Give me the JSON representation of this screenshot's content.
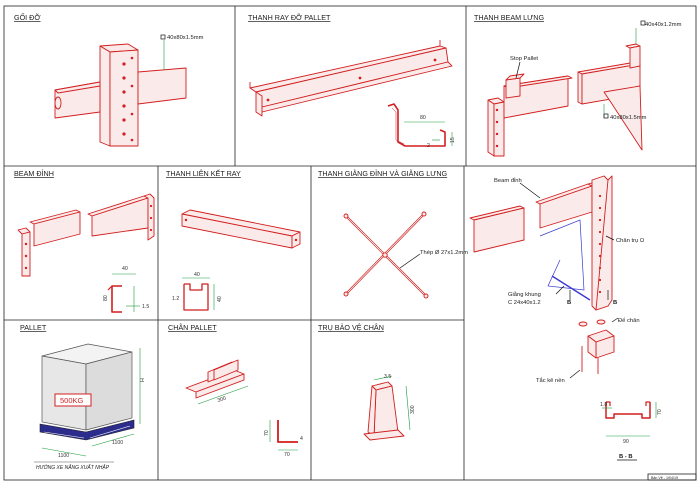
{
  "panels": {
    "goi_do": {
      "title": "GỐI ĐỠ",
      "dim": "40x80x1.5mm"
    },
    "thanh_ray": {
      "title": "THANH RAY ĐỠ PALLET",
      "d80": "80",
      "d2": "2",
      "d15": "15"
    },
    "beam_lung": {
      "title": "THANH BEAM LƯNG",
      "dim_top": "40x40x1.2mm",
      "stop": "Stop Pallet",
      "dim_bot": "40x80x1.5mm"
    },
    "beam_dinh": {
      "title": "BEAM ĐỈNH",
      "d40": "40",
      "d80": "80",
      "d15": "1.5"
    },
    "lien_ket": {
      "title": "THANH LIÊN KẾT RAY",
      "d40": "40",
      "d12": "1.2",
      "d40b": "40"
    },
    "giang": {
      "title": "THANH GIẰNG ĐỈNH VÀ GIẰNG LƯNG",
      "steel": "Thép Ø 27x1.2mm"
    },
    "assembly": {
      "beam": "Beam đỉnh",
      "column": "Chân trụ Ω",
      "brace": "Giằng khung",
      "brace_dim": "C 24x40x1.2",
      "b": "B",
      "foot": "Đế chân",
      "bolt": "Tắc kê nền",
      "w90": "90",
      "h70": "70",
      "d18": "1.8",
      "section": "B - B"
    },
    "pallet": {
      "title": "PALLET",
      "weight": "500KG",
      "d1100a": "1100",
      "d1100b": "1100",
      "dh": "H",
      "caption": "HƯỚNG XE NÂNG XUẤT NHẬP"
    },
    "chan_pallet": {
      "title": "CHÂN PALLET",
      "d300": "300",
      "d70": "70",
      "d70b": "70",
      "d4": "4"
    },
    "tru_bao_ve": {
      "title": "TRỤ BẢO VỆ CHÂN",
      "d35": "3.5",
      "d300": "300"
    },
    "stamp": "Bản Vẽ - 19/4/19"
  }
}
